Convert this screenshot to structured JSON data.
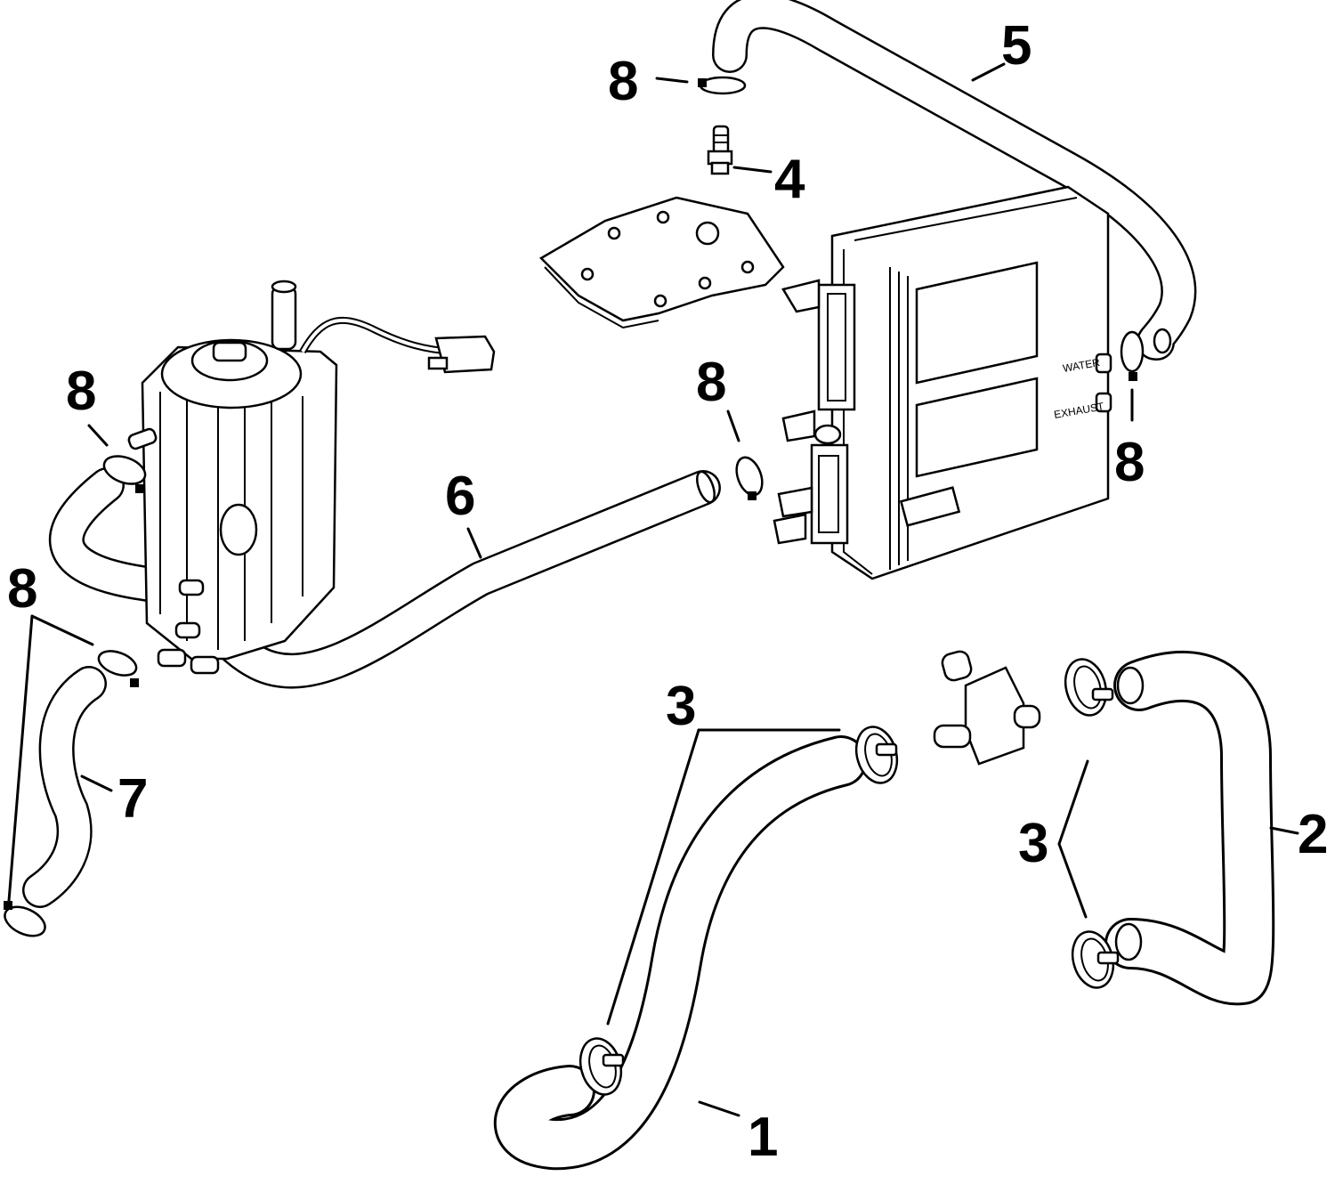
{
  "callouts": {
    "hose_1": "1",
    "hose_2": "2",
    "clamp_3_left": "3",
    "clamp_3_right": "3",
    "fitting_4": "4",
    "hose_5": "5",
    "hose_6": "6",
    "hose_7": "7",
    "clamp_8_top": "8",
    "clamp_8_right": "8",
    "clamp_8_center": "8",
    "clamp_8_filter": "8",
    "clamp_8_left": "8"
  },
  "module_labels": {
    "water": "WATER",
    "exhaust": "EXHAUST"
  },
  "colors": {
    "line": "#000000",
    "background": "#ffffff"
  }
}
